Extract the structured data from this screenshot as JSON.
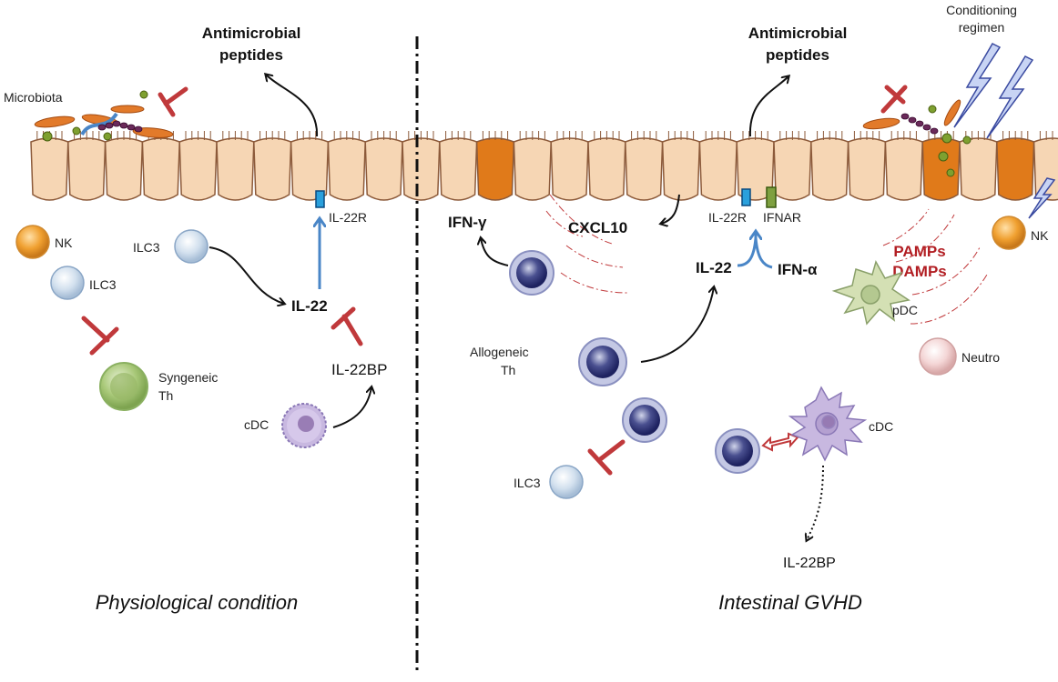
{
  "colors": {
    "cell_fill": "#f6d6b4",
    "cell_stroke": "#8c5a3a",
    "damaged_cell": "#e07a1a",
    "inhibit": "#c0393b",
    "il22_arrow": "#4a86c7",
    "pamps_text": "#b21e23"
  },
  "left": {
    "caption": "Physiological condition",
    "amp_label_1": "Antimicrobial",
    "amp_label_2": "peptides",
    "microbiota": "Microbiota",
    "receptor": "IL-22R",
    "nk": "NK",
    "ilc3_a": "ILC3",
    "ilc3_b": "ILC3",
    "il22": "IL-22",
    "il22bp": "IL-22BP",
    "syngeneic_1": "Syngeneic",
    "syngeneic_2": "Th",
    "cdc": "cDC"
  },
  "right": {
    "caption": "Intestinal GVHD",
    "amp_label_1": "Antimicrobial",
    "amp_label_2": "peptides",
    "conditioning_1": "Conditioning",
    "conditioning_2": "regimen",
    "ifng": "IFN-γ",
    "cxcl10": "CXCL10",
    "receptor_a": "IL-22R",
    "receptor_b": "IFNAR",
    "pamps": "PAMPs",
    "damps": "DAMPs",
    "nk": "NK",
    "il22": "IL-22",
    "ifna": "IFN-α",
    "pdc": "pDC",
    "neutro": "Neutro",
    "allogeneic_1": "Allogeneic",
    "allogeneic_2": "Th",
    "cdc": "cDC",
    "ilc3": "ILC3",
    "il22bp": "IL-22BP"
  }
}
